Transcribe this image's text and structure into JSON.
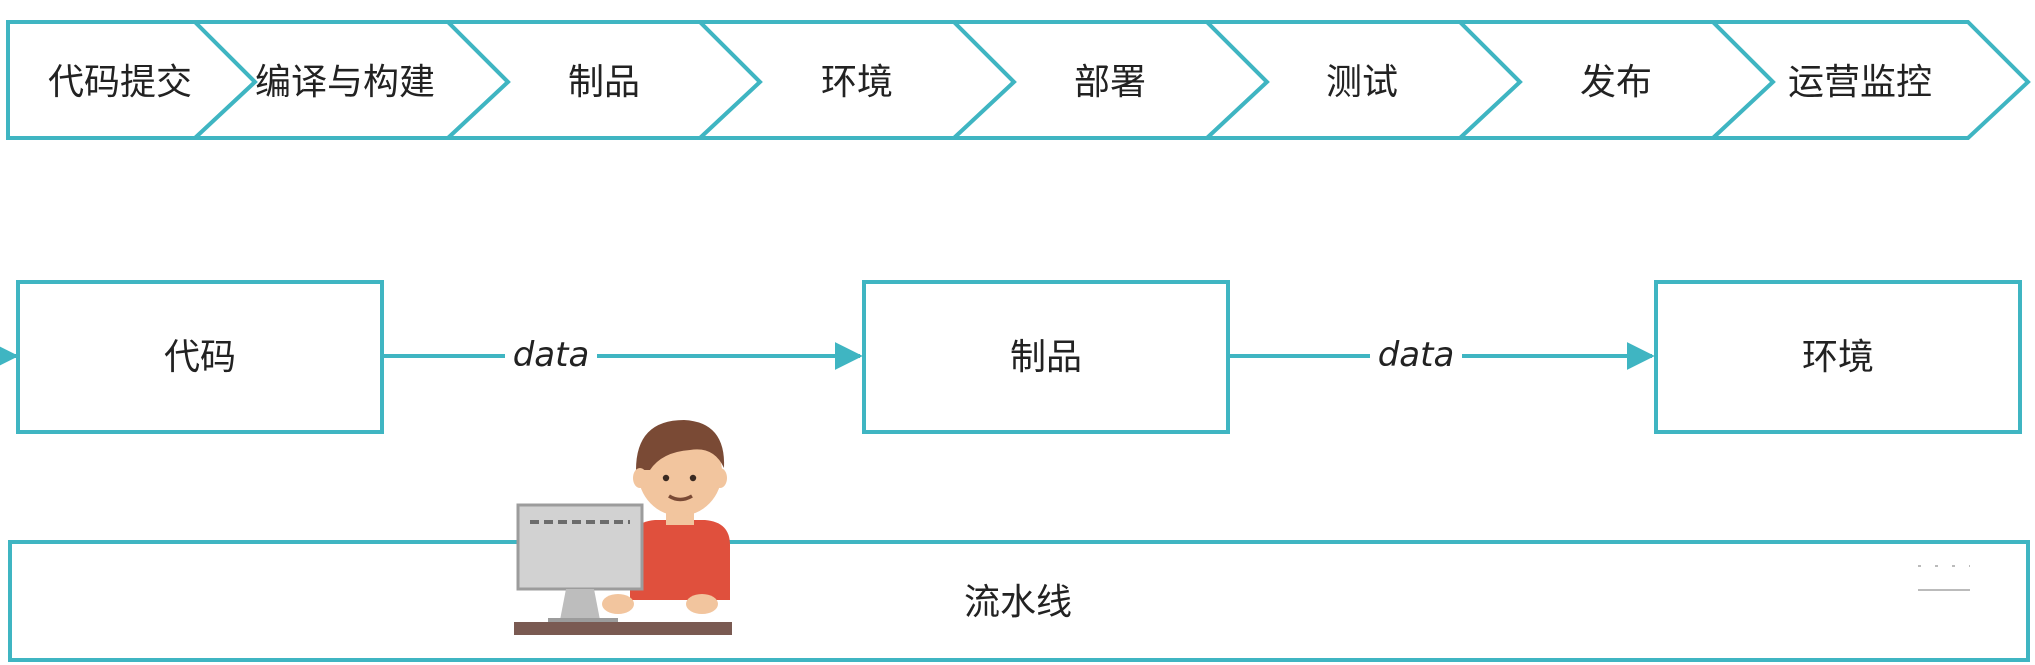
{
  "stages": [
    {
      "label": "代码提交"
    },
    {
      "label": "编译与构建"
    },
    {
      "label": "制品"
    },
    {
      "label": "环境"
    },
    {
      "label": "部署"
    },
    {
      "label": "测试"
    },
    {
      "label": "发布"
    },
    {
      "label": "运营监控"
    }
  ],
  "flow": {
    "boxes": [
      {
        "label": "代码"
      },
      {
        "label": "制品"
      },
      {
        "label": "环境"
      }
    ],
    "connectors": [
      {
        "label": "data"
      },
      {
        "label": "data"
      }
    ]
  },
  "pipeline": {
    "label": "流水线"
  },
  "colors": {
    "accent": "#3fb5c2",
    "text": "#222222"
  }
}
